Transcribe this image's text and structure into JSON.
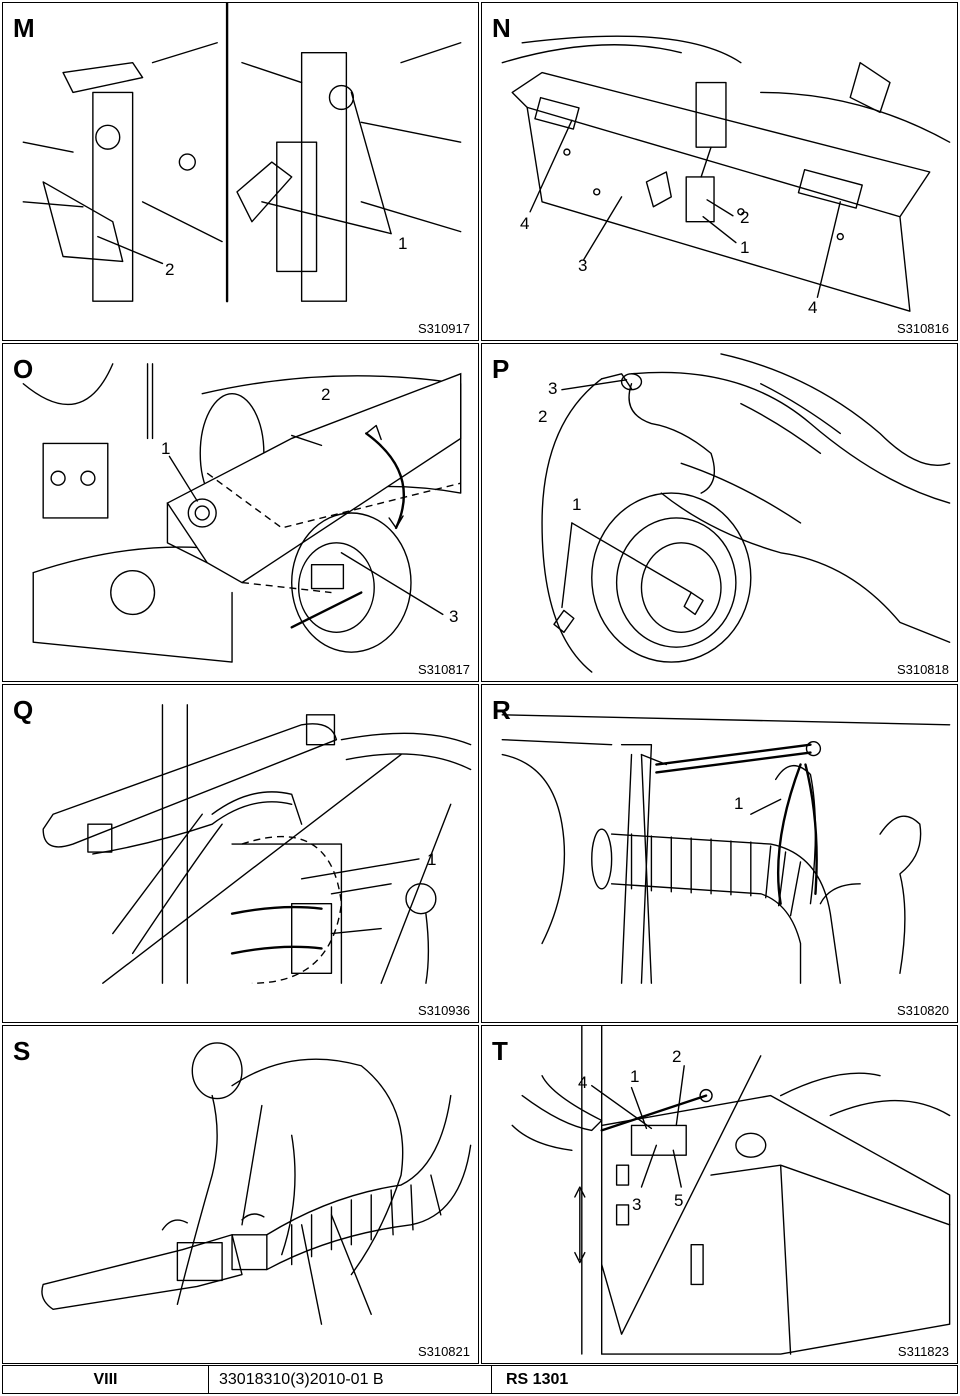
{
  "panels": [
    {
      "letter": "M",
      "code": "S310917",
      "callouts": [
        "2",
        "1"
      ]
    },
    {
      "letter": "N",
      "code": "S310816",
      "callouts": [
        "4",
        "2",
        "1",
        "3",
        "4"
      ]
    },
    {
      "letter": "O",
      "code": "S310817",
      "callouts": [
        "2",
        "1",
        "3"
      ]
    },
    {
      "letter": "P",
      "code": "S310818",
      "callouts": [
        "3",
        "2",
        "1"
      ]
    },
    {
      "letter": "Q",
      "code": "S310936",
      "callouts": [
        "1"
      ]
    },
    {
      "letter": "R",
      "code": "S310820",
      "callouts": [
        "1"
      ]
    },
    {
      "letter": "S",
      "code": "S310821",
      "callouts": []
    },
    {
      "letter": "T",
      "code": "S311823",
      "callouts": [
        "2",
        "4",
        "1",
        "3",
        "5"
      ]
    }
  ],
  "footer": {
    "section": "VIII",
    "document": "33018310(3)2010-01 B",
    "model": "RS 1301"
  }
}
